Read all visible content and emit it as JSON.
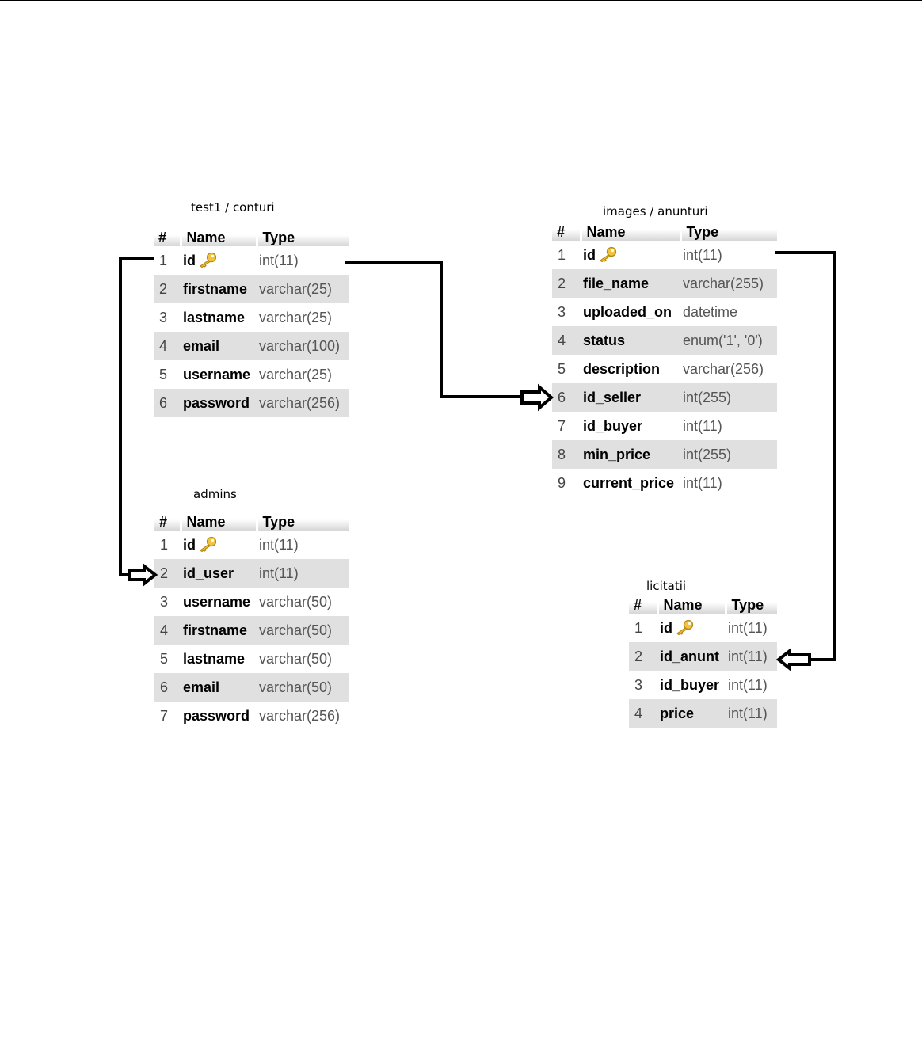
{
  "tables": [
    {
      "title": "test1 / conturi",
      "header": {
        "num": "#",
        "name": "Name",
        "type": "Type"
      },
      "rows": [
        {
          "num": "1",
          "name": "id",
          "type": "int(11)",
          "key": true
        },
        {
          "num": "2",
          "name": "firstname",
          "type": "varchar(25)"
        },
        {
          "num": "3",
          "name": "lastname",
          "type": "varchar(25)"
        },
        {
          "num": "4",
          "name": "email",
          "type": "varchar(100)"
        },
        {
          "num": "5",
          "name": "username",
          "type": "varchar(25)"
        },
        {
          "num": "6",
          "name": "password",
          "type": "varchar(256)"
        }
      ]
    },
    {
      "title": "images / anunturi",
      "header": {
        "num": "#",
        "name": "Name",
        "type": "Type"
      },
      "rows": [
        {
          "num": "1",
          "name": "id",
          "type": "int(11)",
          "key": true
        },
        {
          "num": "2",
          "name": "file_name",
          "type": "varchar(255)"
        },
        {
          "num": "3",
          "name": "uploaded_on",
          "type": "datetime"
        },
        {
          "num": "4",
          "name": "status",
          "type": "enum('1', '0')"
        },
        {
          "num": "5",
          "name": "description",
          "type": "varchar(256)"
        },
        {
          "num": "6",
          "name": "id_seller",
          "type": "int(255)"
        },
        {
          "num": "7",
          "name": "id_buyer",
          "type": "int(11)"
        },
        {
          "num": "8",
          "name": "min_price",
          "type": "int(255)"
        },
        {
          "num": "9",
          "name": "current_price",
          "type": "int(11)"
        }
      ]
    },
    {
      "title": "admins",
      "header": {
        "num": "#",
        "name": "Name",
        "type": "Type"
      },
      "rows": [
        {
          "num": "1",
          "name": "id",
          "type": "int(11)",
          "key": true
        },
        {
          "num": "2",
          "name": "id_user",
          "type": "int(11)"
        },
        {
          "num": "3",
          "name": "username",
          "type": "varchar(50)"
        },
        {
          "num": "4",
          "name": "firstname",
          "type": "varchar(50)"
        },
        {
          "num": "5",
          "name": "lastname",
          "type": "varchar(50)"
        },
        {
          "num": "6",
          "name": "email",
          "type": "varchar(50)"
        },
        {
          "num": "7",
          "name": "password",
          "type": "varchar(256)"
        }
      ]
    },
    {
      "title": "licitatii",
      "header": {
        "num": "#",
        "name": "Name",
        "type": "Type"
      },
      "rows": [
        {
          "num": "1",
          "name": "id",
          "type": "int(11)",
          "key": true
        },
        {
          "num": "2",
          "name": "id_anunt",
          "type": "int(11)"
        },
        {
          "num": "3",
          "name": "id_buyer",
          "type": "int(11)"
        },
        {
          "num": "4",
          "name": "price",
          "type": "int(11)"
        }
      ]
    }
  ],
  "relations": [
    {
      "from": "test1 / conturi.id",
      "to": "images / anunturi.id_seller"
    },
    {
      "from": "test1 / conturi.id",
      "to": "admins.id_user"
    },
    {
      "from": "images / anunturi.id",
      "to": "licitatii.id_anunt"
    }
  ],
  "icons": {
    "primary_key": "key-icon"
  },
  "colors": {
    "stripe": "#e0e0e0",
    "connector": "#000000"
  }
}
